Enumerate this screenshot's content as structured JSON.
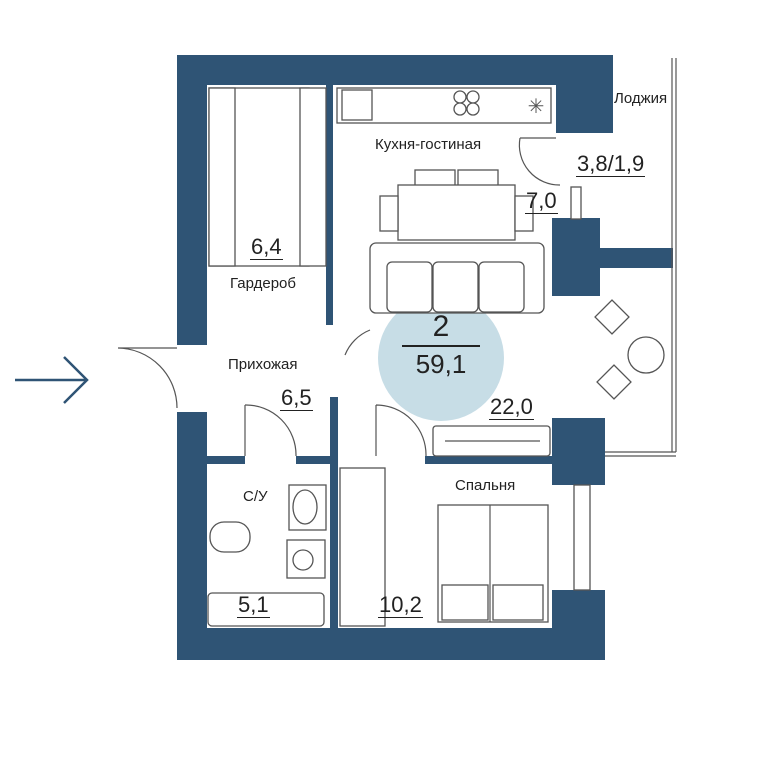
{
  "plan": {
    "rooms_count": "2",
    "total_area": "59,1",
    "colors": {
      "wall": "#2f5475",
      "badge": "#c7dde6",
      "arrow": "#2f5475"
    },
    "rooms": {
      "wardrobe": {
        "label": "Гардероб",
        "area": "6,4"
      },
      "kitchen": {
        "label": "Кухня-гостиная",
        "area": "7,0"
      },
      "living": {
        "area": "22,0"
      },
      "loggia": {
        "label": "Лоджия",
        "area": "3,8/1,9"
      },
      "hallway": {
        "label": "Прихожая",
        "area": "6,5"
      },
      "bathroom": {
        "label": "С/У",
        "area": "5,1"
      },
      "bedroom": {
        "label": "Спальня",
        "area": "10,2"
      }
    },
    "entrance_icon": "arrow-right-icon"
  }
}
